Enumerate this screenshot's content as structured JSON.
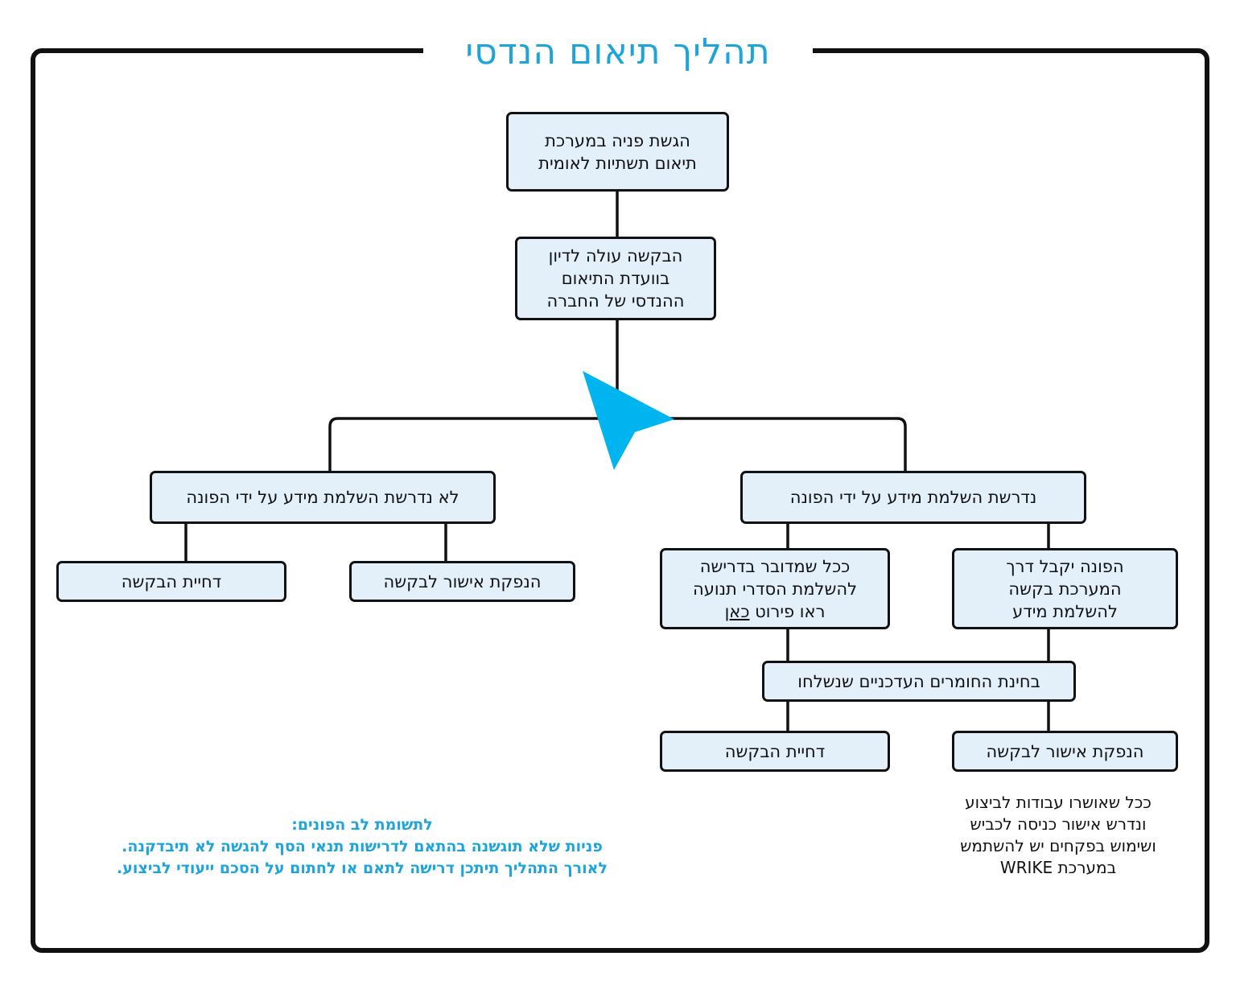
{
  "title": "תהליך תיאום הנדסי",
  "colors": {
    "accent": "#1ea4db",
    "arrow": "#00b4f0",
    "box_fill": "#e3f0fa",
    "border": "#111111"
  },
  "nodes": {
    "submit": "הגשת פניה במערכת\nתיאום תשתיות לאומית",
    "committee": "הבקשה עולה לדיון\nבוועדת התיאום\nההנדסי של החברה",
    "no_info": "לא נדרשת השלמת מידע על ידי הפונה",
    "info_required": "נדרשת השלמת מידע על ידי הפונה",
    "reject_left": "דחיית הבקשה",
    "approve_left": "הנפקת אישור לבקשה",
    "traffic_lines": "ככל שמדובר בדרישה\nלהשלמת הסדרי תנועה\nראו פירוט ",
    "traffic_link": "כאן",
    "receive_request": "הפונה יקבל דרך\nהמערכת בקשה\nלהשלמת מידע",
    "review_materials": "בחינת החומרים העדכניים שנשלחו",
    "reject_right": "דחיית הבקשה",
    "approve_right": "הנפקת אישור לבקשה"
  },
  "notes": {
    "wrike": "ככל שאושרו עבודות לביצוע\nונדרש אישור כניסה לכביש\nושימוש בפקחים יש להשתמש\nבמערכת WRIKE",
    "attention": "לתשומת לב הפונים:\nפניות שלא תוגשנה בהתאם לדרישות תנאי הסף להגשה לא תיבדקנה.\nלאורך התהליך תיתכן דרישה לתאם או לחתום על הסכם ייעודי לביצוע."
  },
  "icons": {
    "pointer": "cursor-arrow-icon"
  }
}
